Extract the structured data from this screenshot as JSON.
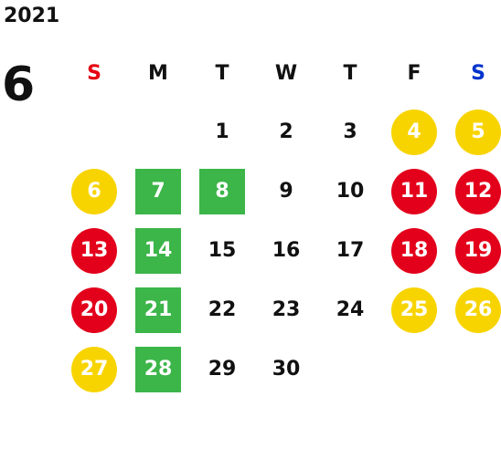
{
  "header": {
    "year": "2021",
    "month": "6"
  },
  "colors": {
    "sunday": "#e60012",
    "saturday": "#0033cc",
    "weekday": "#111111",
    "yellow": "#f7d400",
    "red": "#e3001b",
    "green": "#3cb549"
  },
  "weekdays": [
    {
      "label": "S",
      "color": "#e60012"
    },
    {
      "label": "M",
      "color": "#111111"
    },
    {
      "label": "T",
      "color": "#111111"
    },
    {
      "label": "W",
      "color": "#111111"
    },
    {
      "label": "T",
      "color": "#111111"
    },
    {
      "label": "F",
      "color": "#111111"
    },
    {
      "label": "S",
      "color": "#0033cc"
    }
  ],
  "weeks": [
    [
      {
        "day": "",
        "mark": "none"
      },
      {
        "day": "",
        "mark": "none"
      },
      {
        "day": "1",
        "mark": "none"
      },
      {
        "day": "2",
        "mark": "none"
      },
      {
        "day": "3",
        "mark": "none"
      },
      {
        "day": "4",
        "mark": "yellow-circle"
      },
      {
        "day": "5",
        "mark": "yellow-circle"
      }
    ],
    [
      {
        "day": "6",
        "mark": "yellow-circle"
      },
      {
        "day": "7",
        "mark": "green-square"
      },
      {
        "day": "8",
        "mark": "green-square"
      },
      {
        "day": "9",
        "mark": "none"
      },
      {
        "day": "10",
        "mark": "none"
      },
      {
        "day": "11",
        "mark": "red-circle"
      },
      {
        "day": "12",
        "mark": "red-circle"
      }
    ],
    [
      {
        "day": "13",
        "mark": "red-circle"
      },
      {
        "day": "14",
        "mark": "green-square"
      },
      {
        "day": "15",
        "mark": "none"
      },
      {
        "day": "16",
        "mark": "none"
      },
      {
        "day": "17",
        "mark": "none"
      },
      {
        "day": "18",
        "mark": "red-circle"
      },
      {
        "day": "19",
        "mark": "red-circle"
      }
    ],
    [
      {
        "day": "20",
        "mark": "red-circle"
      },
      {
        "day": "21",
        "mark": "green-square"
      },
      {
        "day": "22",
        "mark": "none"
      },
      {
        "day": "23",
        "mark": "none"
      },
      {
        "day": "24",
        "mark": "none"
      },
      {
        "day": "25",
        "mark": "yellow-circle"
      },
      {
        "day": "26",
        "mark": "yellow-circle"
      }
    ],
    [
      {
        "day": "27",
        "mark": "yellow-circle"
      },
      {
        "day": "28",
        "mark": "green-square"
      },
      {
        "day": "29",
        "mark": "none"
      },
      {
        "day": "30",
        "mark": "none"
      },
      {
        "day": "",
        "mark": "none"
      },
      {
        "day": "",
        "mark": "none"
      },
      {
        "day": "",
        "mark": "none"
      }
    ]
  ]
}
